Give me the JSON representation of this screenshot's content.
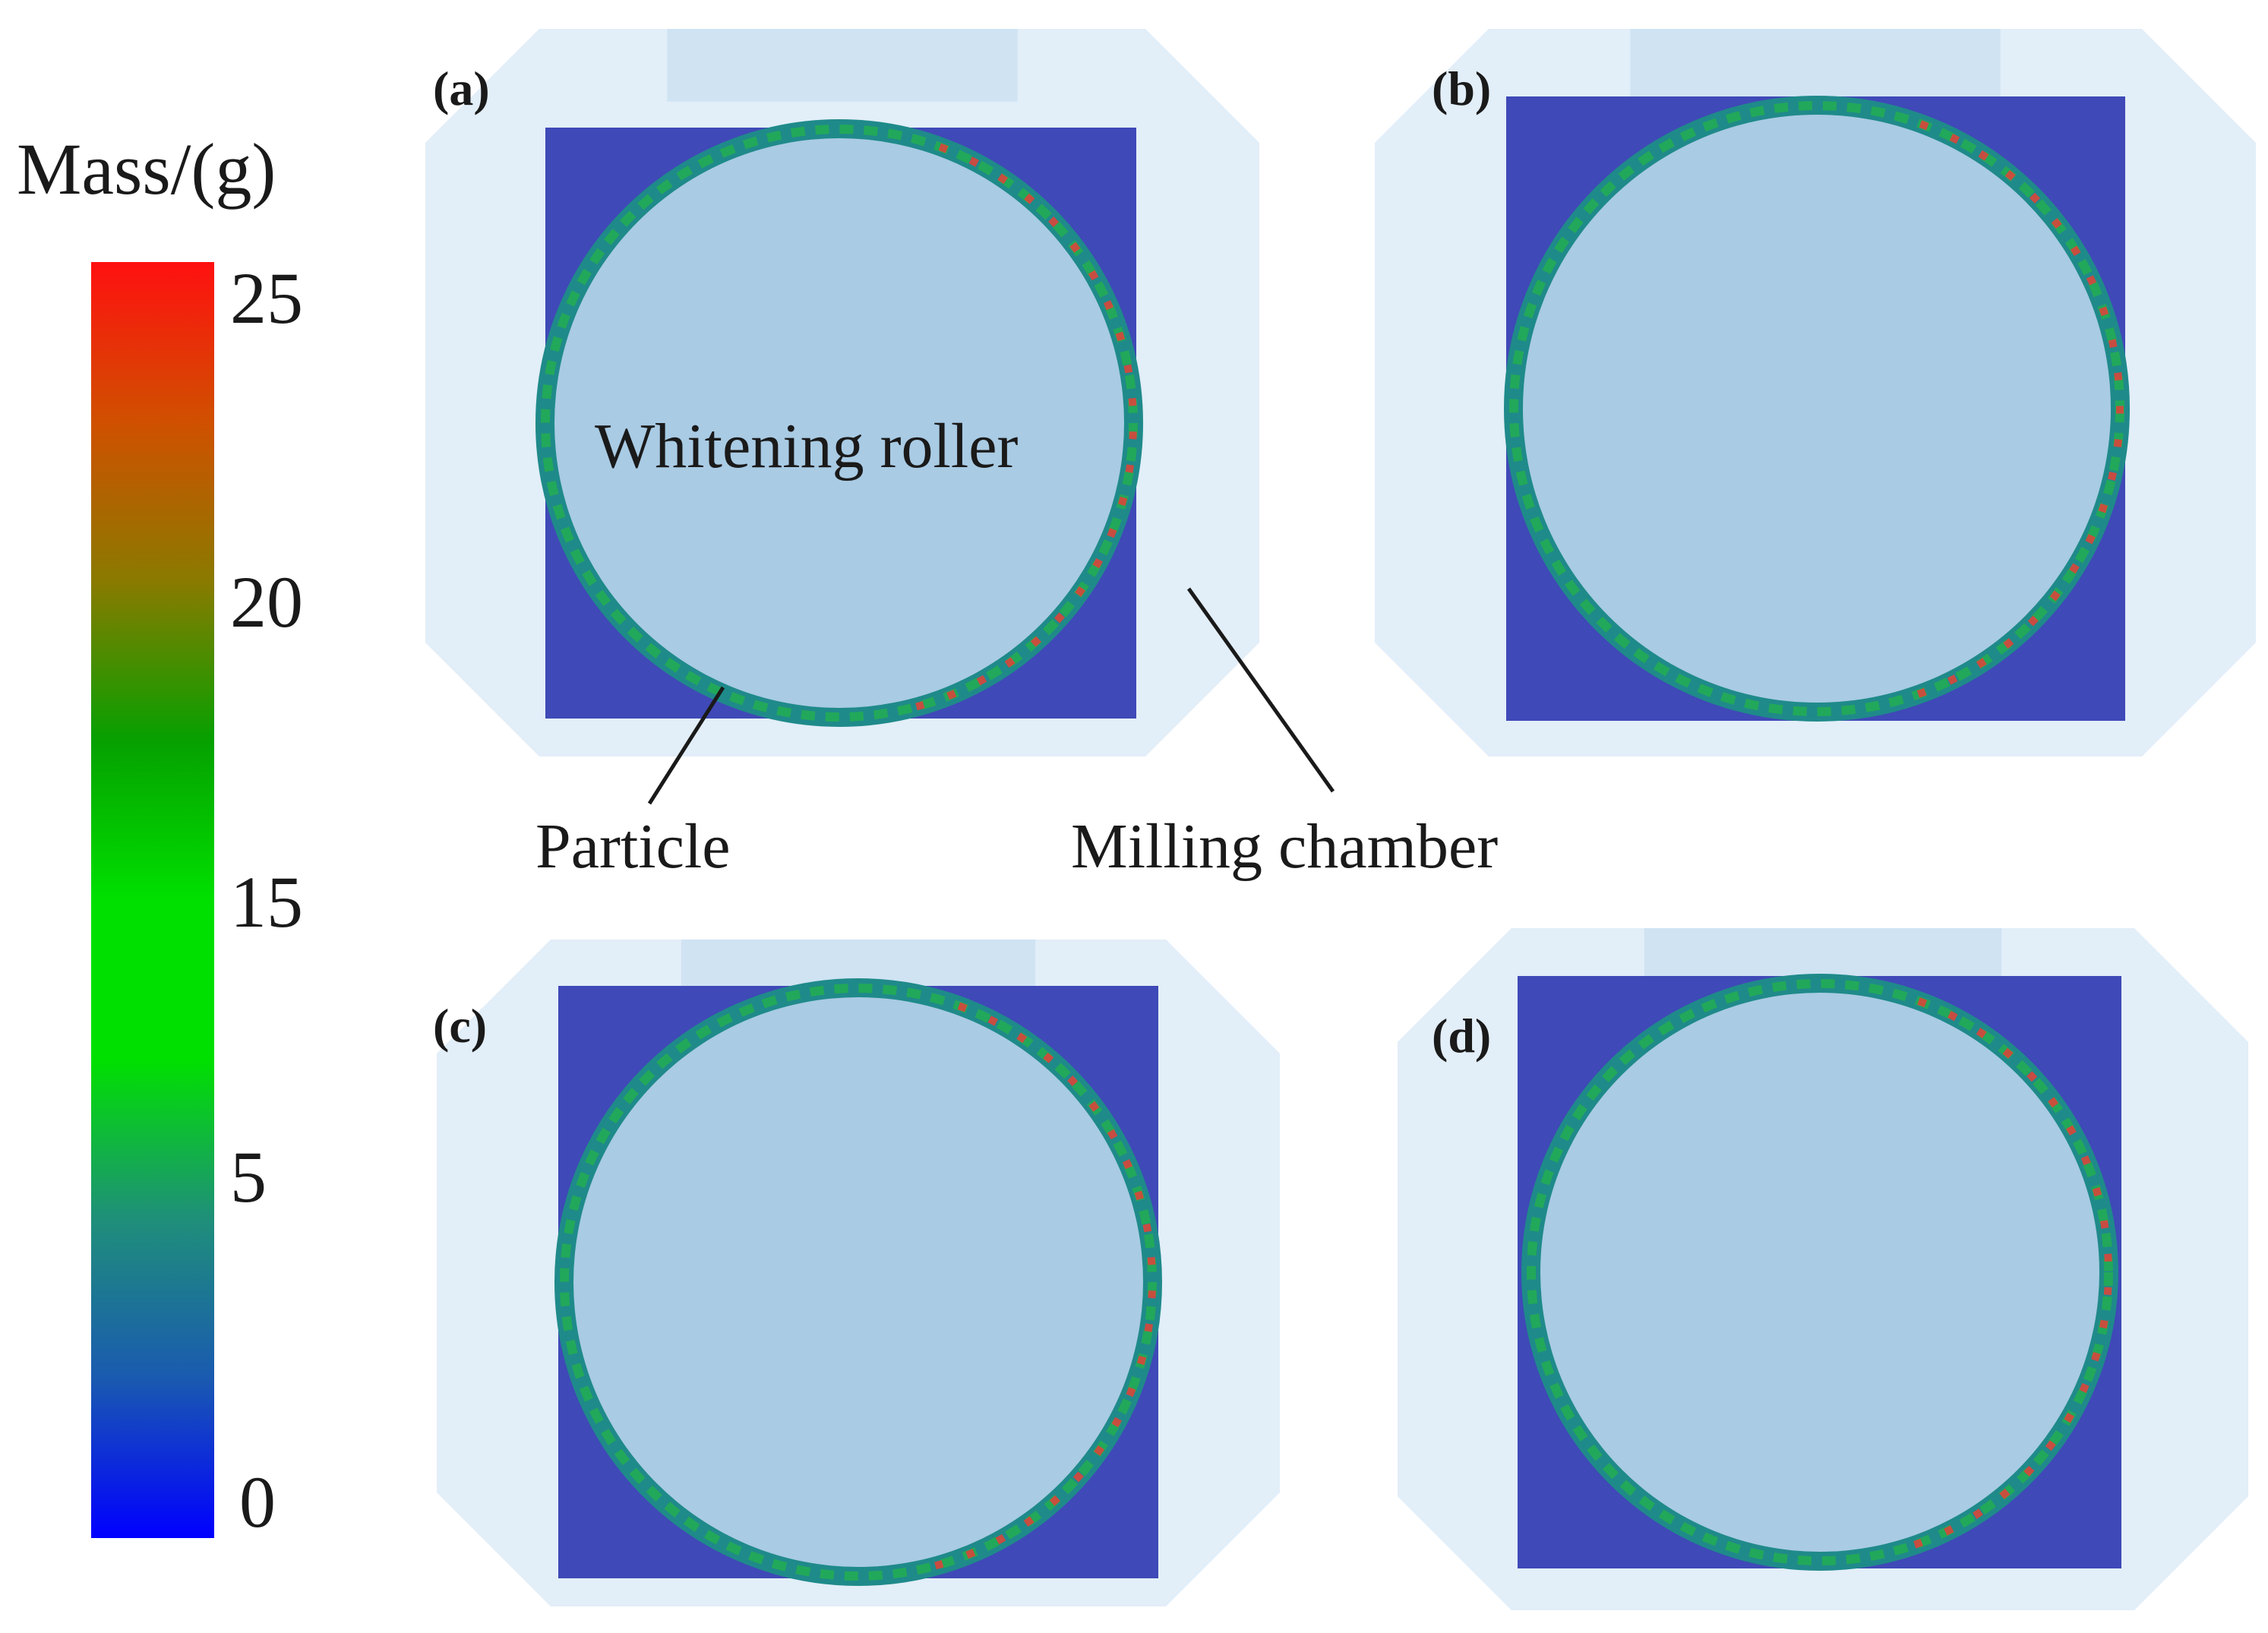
{
  "colorbar": {
    "title": "Mass/(g)",
    "ticks": [
      "25",
      "20",
      "15",
      "5",
      "0"
    ],
    "tick_values": [
      25,
      20,
      15,
      5,
      0
    ],
    "range": [
      0,
      25
    ],
    "gradient": [
      "#0000ff",
      "#1a5ab0",
      "#1f8f7a",
      "#00e000",
      "#00e000",
      "#06a000",
      "#8a7a00",
      "#d05000",
      "#ff1010"
    ]
  },
  "colors": {
    "chamber": "#e2eef8",
    "chamber_slot": "#cfe3f3",
    "cell_fill": "#3f49b7",
    "roller": "#a9cbe4",
    "ring_green": "#22a85a",
    "ring_teal": "#1f8a8a",
    "ring_red": "#d9453a"
  },
  "panels": [
    {
      "label": "(a)"
    },
    {
      "label": "(b)"
    },
    {
      "label": "(c)"
    },
    {
      "label": "(d)"
    }
  ],
  "annotations": {
    "roller": "Whitening roller",
    "particle": "Particle",
    "chamber": "Milling chamber"
  }
}
